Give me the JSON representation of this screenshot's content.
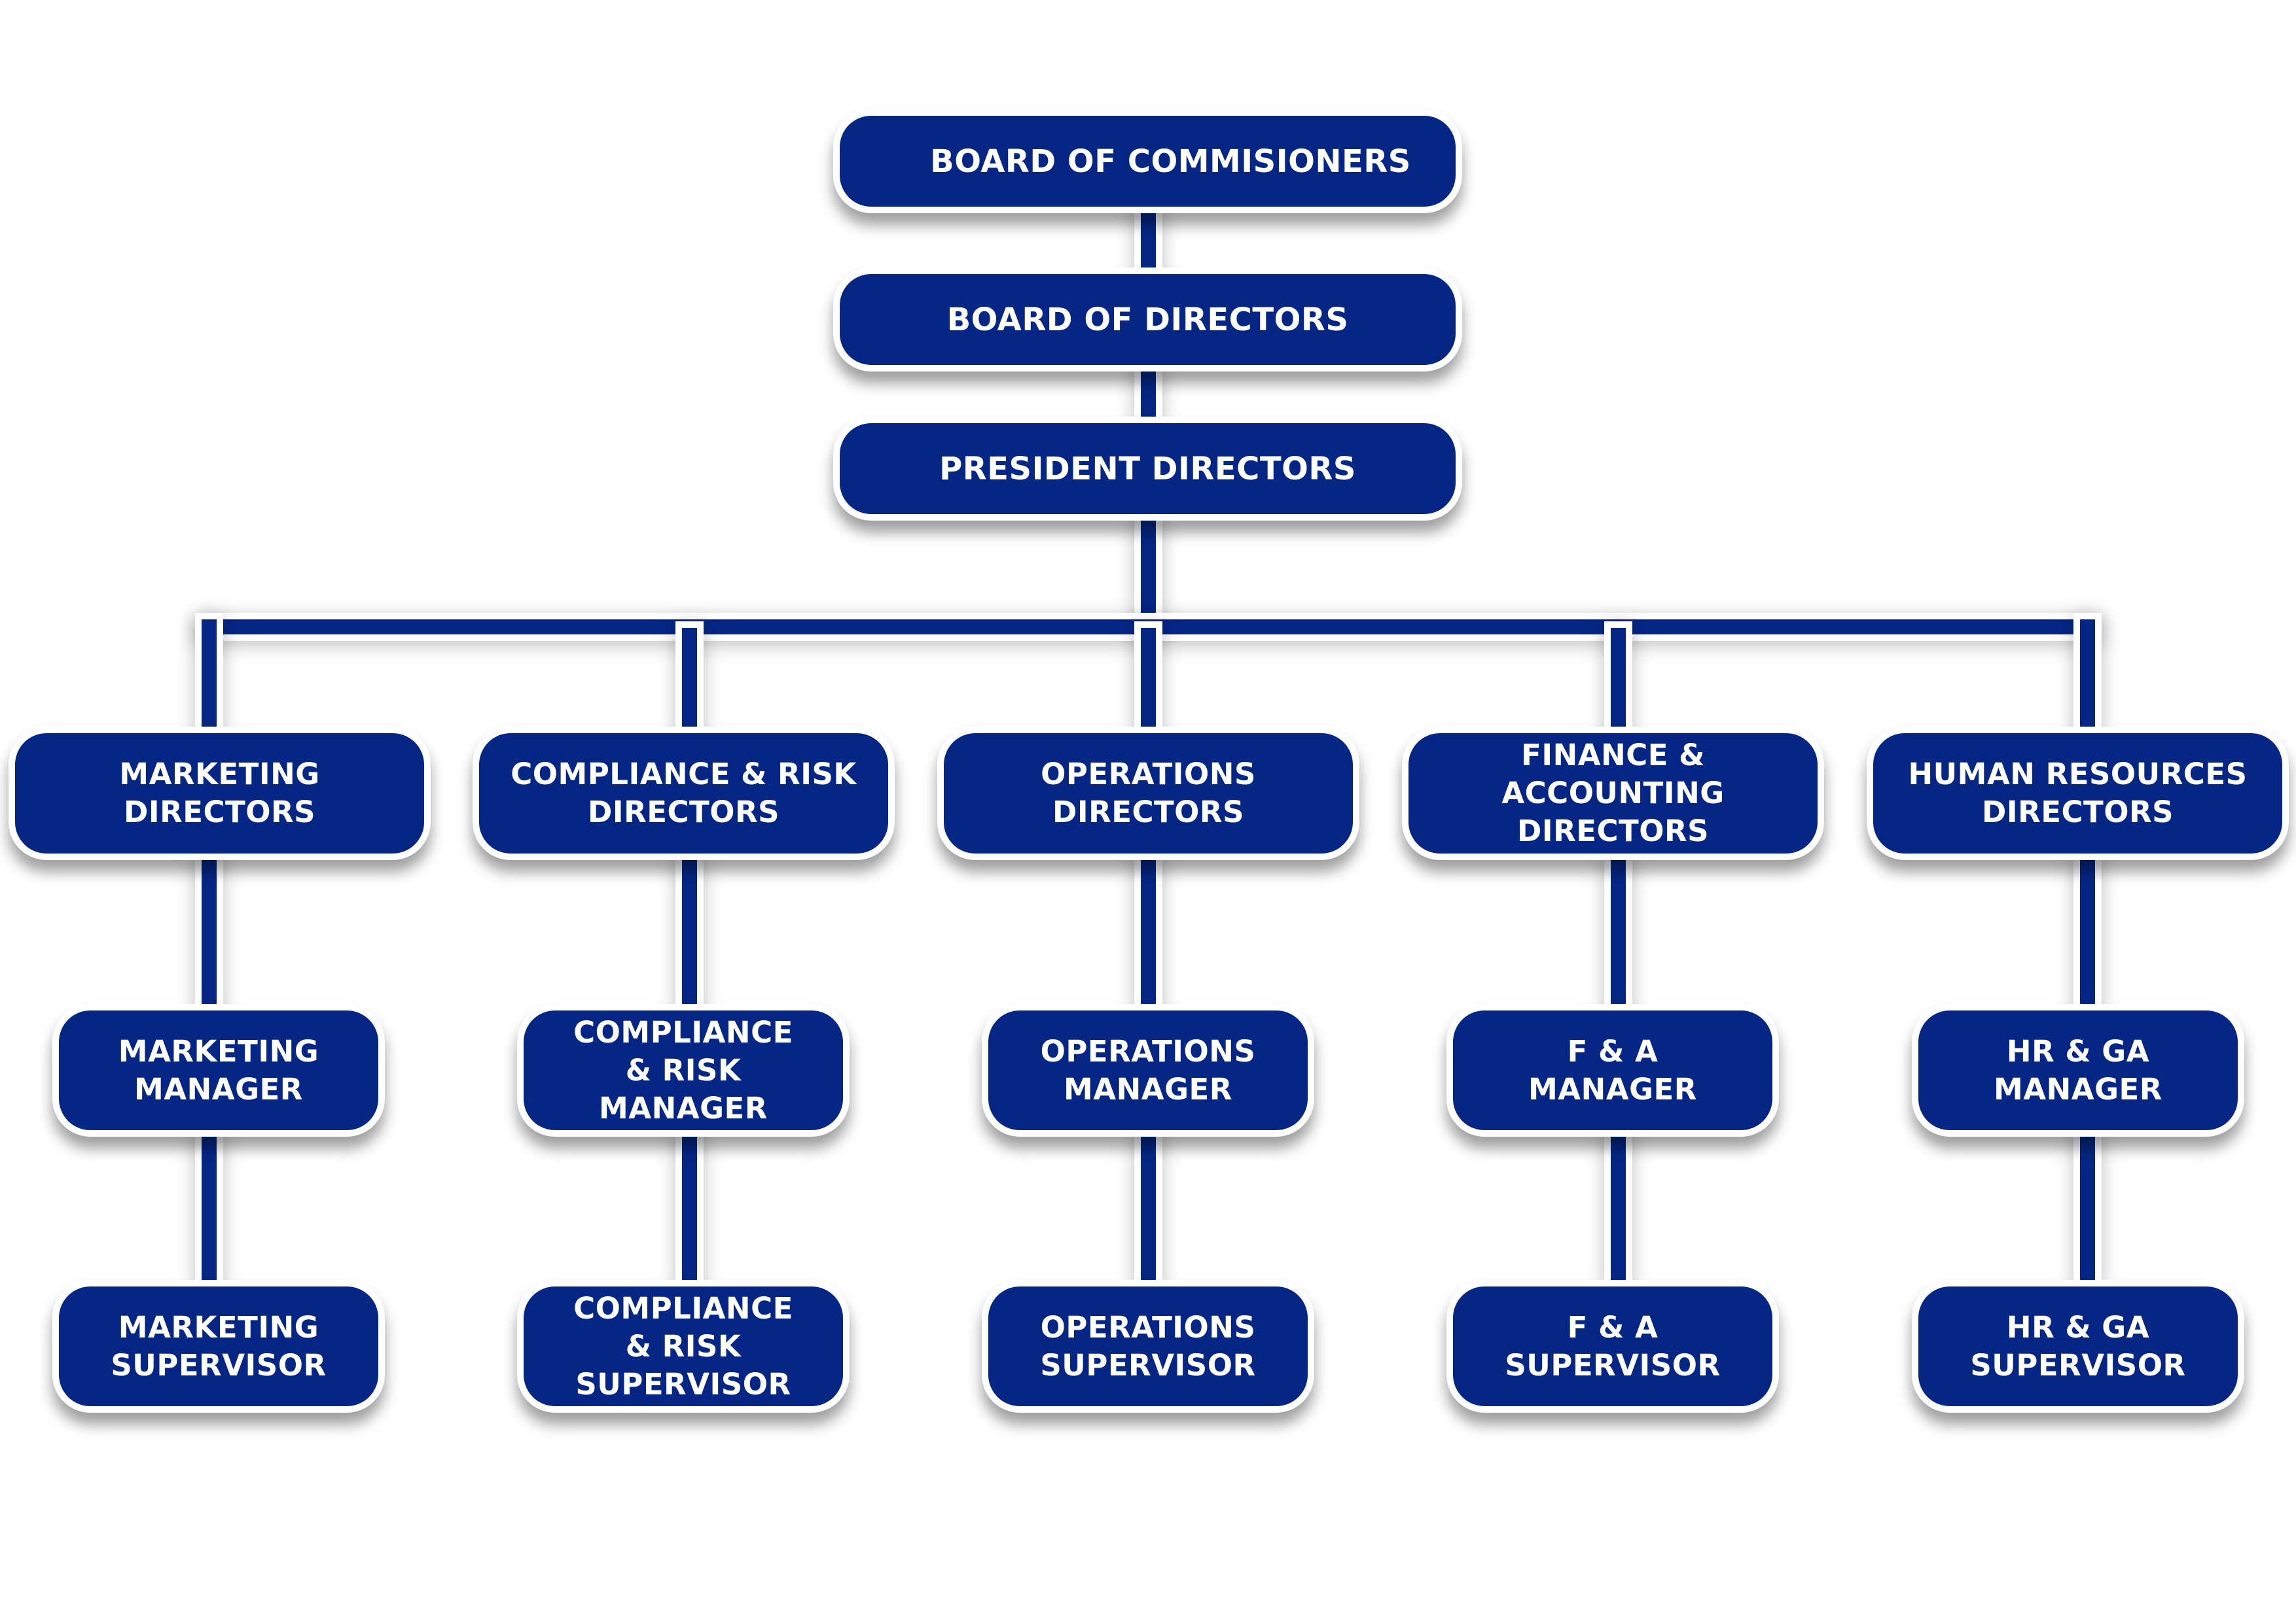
{
  "chart": {
    "title": "",
    "colors": {
      "box_fill": "#052685",
      "box_border": "#ffffff",
      "text": "#ffffff",
      "connector": "#052685",
      "background": "#ffffff"
    },
    "top_chain": [
      {
        "label": "BOARD OF COMMISIONERS"
      },
      {
        "label": "BOARD OF DIRECTORS"
      },
      {
        "label": "PRESIDENT DIRECTORS"
      }
    ],
    "divisions": [
      {
        "director": "MARKETING\nDIRECTORS",
        "manager": "MARKETING\nMANAGER",
        "supervisor": "MARKETING\nSUPERVISOR"
      },
      {
        "director": "COMPLIANCE & RISK\nDIRECTORS",
        "manager": "COMPLIANCE\n& RISK\nMANAGER",
        "supervisor": "COMPLIANCE\n& RISK\nSUPERVISOR"
      },
      {
        "director": "OPERATIONS\nDIRECTORS",
        "manager": "OPERATIONS\nMANAGER",
        "supervisor": "OPERATIONS\nSUPERVISOR"
      },
      {
        "director": "FINANCE & ACCOUNTING\nDIRECTORS",
        "manager": "F & A\nMANAGER",
        "supervisor": "F & A\nSUPERVISOR"
      },
      {
        "director": "HUMAN RESOURCES\nDIRECTORS",
        "manager": "HR & GA\nMANAGER",
        "supervisor": "HR & GA\nSUPERVISOR"
      }
    ]
  }
}
